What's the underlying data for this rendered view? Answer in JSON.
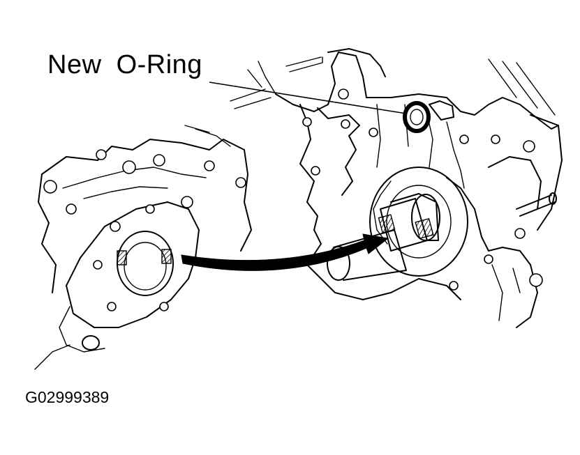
{
  "labels": {
    "callout": "New  O-Ring",
    "figure_id": "G02999389"
  },
  "icons": {
    "arrow": "install-direction-arrow",
    "o_ring": "o-ring-icon"
  },
  "colors": {
    "ink": "#000000",
    "background": "#ffffff"
  }
}
